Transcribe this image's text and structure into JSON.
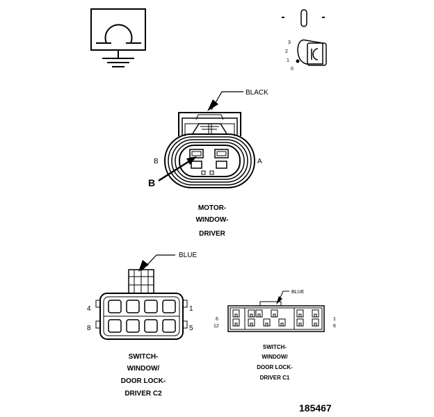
{
  "ignition_key": {
    "positions": [
      "3",
      "2",
      "1",
      "0"
    ]
  },
  "motor_connector": {
    "color_label": "BLACK",
    "cavity_b": "B",
    "cavity_a": "A",
    "callout": "B",
    "title_lines": [
      "MOTOR-",
      "WINDOW-",
      "DRIVER"
    ]
  },
  "switch_c2": {
    "color_label": "BLUE",
    "pin_top_left": "4",
    "pin_top_right": "1",
    "pin_bottom_left": "8",
    "pin_bottom_right": "5",
    "title_lines": [
      "SWITCH-",
      "WINDOW/",
      "DOOR LOCK-",
      "DRIVER C2"
    ]
  },
  "switch_c1": {
    "color_label": "BLUE",
    "pin_top_left": "6",
    "pin_bottom_left": "12",
    "pin_top_right": "1",
    "pin_bottom_right": "6",
    "title_lines": [
      "SWITCH-",
      "WINDOW/",
      "DOOR LOCK-",
      "DRIVER C1"
    ]
  },
  "figure_id": "185467"
}
